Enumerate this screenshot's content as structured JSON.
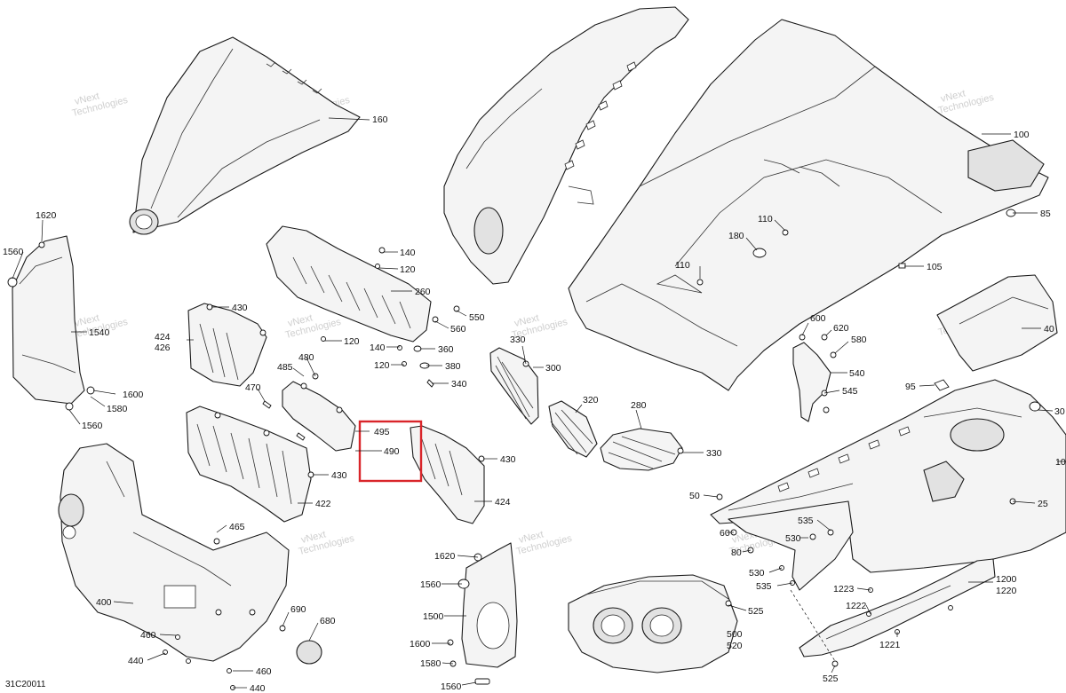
{
  "diagram_code": "31C20011",
  "watermark": {
    "line1": "vNext",
    "line2": "Technologies"
  },
  "highlight_box": {
    "color": "#d9252a"
  },
  "callouts": [
    {
      "id": "c160",
      "label": "160"
    },
    {
      "id": "c100",
      "label": "100"
    },
    {
      "id": "c85",
      "label": "85"
    },
    {
      "id": "c105",
      "label": "105"
    },
    {
      "id": "c110a",
      "label": "110"
    },
    {
      "id": "c110b",
      "label": "110"
    },
    {
      "id": "c180",
      "label": "180"
    },
    {
      "id": "c1620a",
      "label": "1620"
    },
    {
      "id": "c1560a",
      "label": "1560"
    },
    {
      "id": "c1540",
      "label": "1540"
    },
    {
      "id": "c1600a",
      "label": "1600"
    },
    {
      "id": "c1580a",
      "label": "1580"
    },
    {
      "id": "c1560b",
      "label": "1560"
    },
    {
      "id": "c140a",
      "label": "140"
    },
    {
      "id": "c120a",
      "label": "120"
    },
    {
      "id": "c260",
      "label": "260"
    },
    {
      "id": "c550",
      "label": "550"
    },
    {
      "id": "c560",
      "label": "560"
    },
    {
      "id": "c120b",
      "label": "120"
    },
    {
      "id": "c140b",
      "label": "140"
    },
    {
      "id": "c360",
      "label": "360"
    },
    {
      "id": "c120c",
      "label": "120"
    },
    {
      "id": "c380",
      "label": "380"
    },
    {
      "id": "c340",
      "label": "340"
    },
    {
      "id": "c430a",
      "label": "430"
    },
    {
      "id": "c424a",
      "label": "424"
    },
    {
      "id": "c426",
      "label": "426"
    },
    {
      "id": "c485",
      "label": "485"
    },
    {
      "id": "c480",
      "label": "480"
    },
    {
      "id": "c470",
      "label": "470"
    },
    {
      "id": "c495",
      "label": "495"
    },
    {
      "id": "c490",
      "label": "490"
    },
    {
      "id": "c430b",
      "label": "430"
    },
    {
      "id": "c430c",
      "label": "430"
    },
    {
      "id": "c422",
      "label": "422"
    },
    {
      "id": "c424b",
      "label": "424"
    },
    {
      "id": "c330a",
      "label": "330"
    },
    {
      "id": "c300",
      "label": "300"
    },
    {
      "id": "c320",
      "label": "320"
    },
    {
      "id": "c280",
      "label": "280"
    },
    {
      "id": "c330b",
      "label": "330"
    },
    {
      "id": "c600",
      "label": "600"
    },
    {
      "id": "c620",
      "label": "620"
    },
    {
      "id": "c580",
      "label": "580"
    },
    {
      "id": "c540",
      "label": "540"
    },
    {
      "id": "c545",
      "label": "545"
    },
    {
      "id": "c40",
      "label": "40"
    },
    {
      "id": "c95",
      "label": "95"
    },
    {
      "id": "c30",
      "label": "30"
    },
    {
      "id": "c10",
      "label": "10"
    },
    {
      "id": "c50",
      "label": "50"
    },
    {
      "id": "c25",
      "label": "25"
    },
    {
      "id": "c535a",
      "label": "535"
    },
    {
      "id": "c530a",
      "label": "530"
    },
    {
      "id": "c60",
      "label": "60"
    },
    {
      "id": "c80",
      "label": "80"
    },
    {
      "id": "c530b",
      "label": "530"
    },
    {
      "id": "c535b",
      "label": "535"
    },
    {
      "id": "c1223",
      "label": "1223"
    },
    {
      "id": "c1222",
      "label": "1222"
    },
    {
      "id": "c1200",
      "label": "1200"
    },
    {
      "id": "c1220",
      "label": "1220"
    },
    {
      "id": "c1221",
      "label": "1221"
    },
    {
      "id": "c525a",
      "label": "525"
    },
    {
      "id": "c525b",
      "label": "525"
    },
    {
      "id": "c500",
      "label": "500"
    },
    {
      "id": "c520",
      "label": "520"
    },
    {
      "id": "c1620b",
      "label": "1620"
    },
    {
      "id": "c1560c",
      "label": "1560"
    },
    {
      "id": "c1500",
      "label": "1500"
    },
    {
      "id": "c1600b",
      "label": "1600"
    },
    {
      "id": "c1580b",
      "label": "1580"
    },
    {
      "id": "c1560d",
      "label": "1560"
    },
    {
      "id": "c465",
      "label": "465"
    },
    {
      "id": "c400",
      "label": "400"
    },
    {
      "id": "c690",
      "label": "690"
    },
    {
      "id": "c680",
      "label": "680"
    },
    {
      "id": "c460a",
      "label": "460"
    },
    {
      "id": "c440a",
      "label": "440"
    },
    {
      "id": "c460b",
      "label": "460"
    },
    {
      "id": "c440b",
      "label": "440"
    }
  ]
}
